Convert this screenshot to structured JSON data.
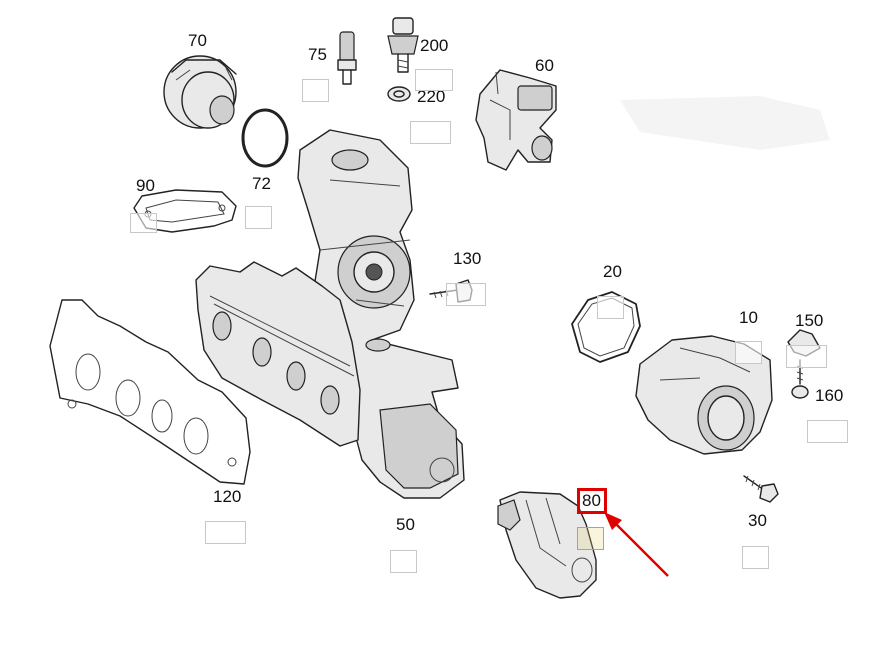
{
  "diagram": {
    "parts": [
      {
        "id": "70",
        "label": "70"
      },
      {
        "id": "75",
        "label": "75"
      },
      {
        "id": "200",
        "label": "200"
      },
      {
        "id": "220",
        "label": "220"
      },
      {
        "id": "60",
        "label": "60"
      },
      {
        "id": "90",
        "label": "90"
      },
      {
        "id": "72",
        "label": "72"
      },
      {
        "id": "130",
        "label": "130"
      },
      {
        "id": "20",
        "label": "20"
      },
      {
        "id": "10",
        "label": "10"
      },
      {
        "id": "150",
        "label": "150"
      },
      {
        "id": "160",
        "label": "160"
      },
      {
        "id": "120",
        "label": "120"
      },
      {
        "id": "50",
        "label": "50"
      },
      {
        "id": "80",
        "label": "80"
      },
      {
        "id": "30",
        "label": "30"
      }
    ],
    "selected_part": "80",
    "colors": {
      "highlight": "#e00000",
      "arrow": "#e00000",
      "line": "#222222"
    }
  }
}
